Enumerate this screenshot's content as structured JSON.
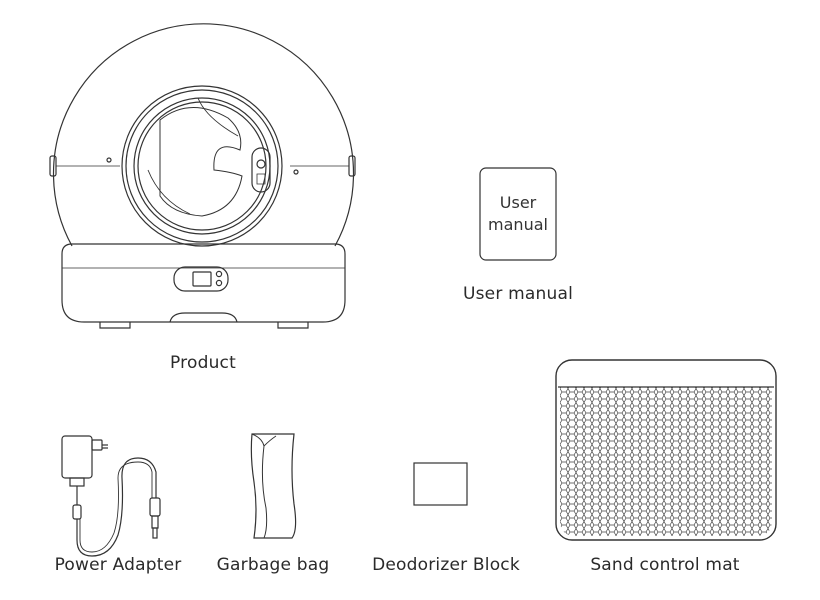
{
  "items": {
    "product": "Product",
    "user_manual": "User manual",
    "power_adapter": "Power Adapter",
    "garbage_bag": "Garbage bag",
    "deodorizer_block": "Deodorizer Block",
    "sand_control_mat": "Sand control mat"
  },
  "manual_cover": {
    "line1": "User",
    "line2": "manual"
  },
  "colors": {
    "line": "#333333",
    "text": "#2a2a2a"
  }
}
